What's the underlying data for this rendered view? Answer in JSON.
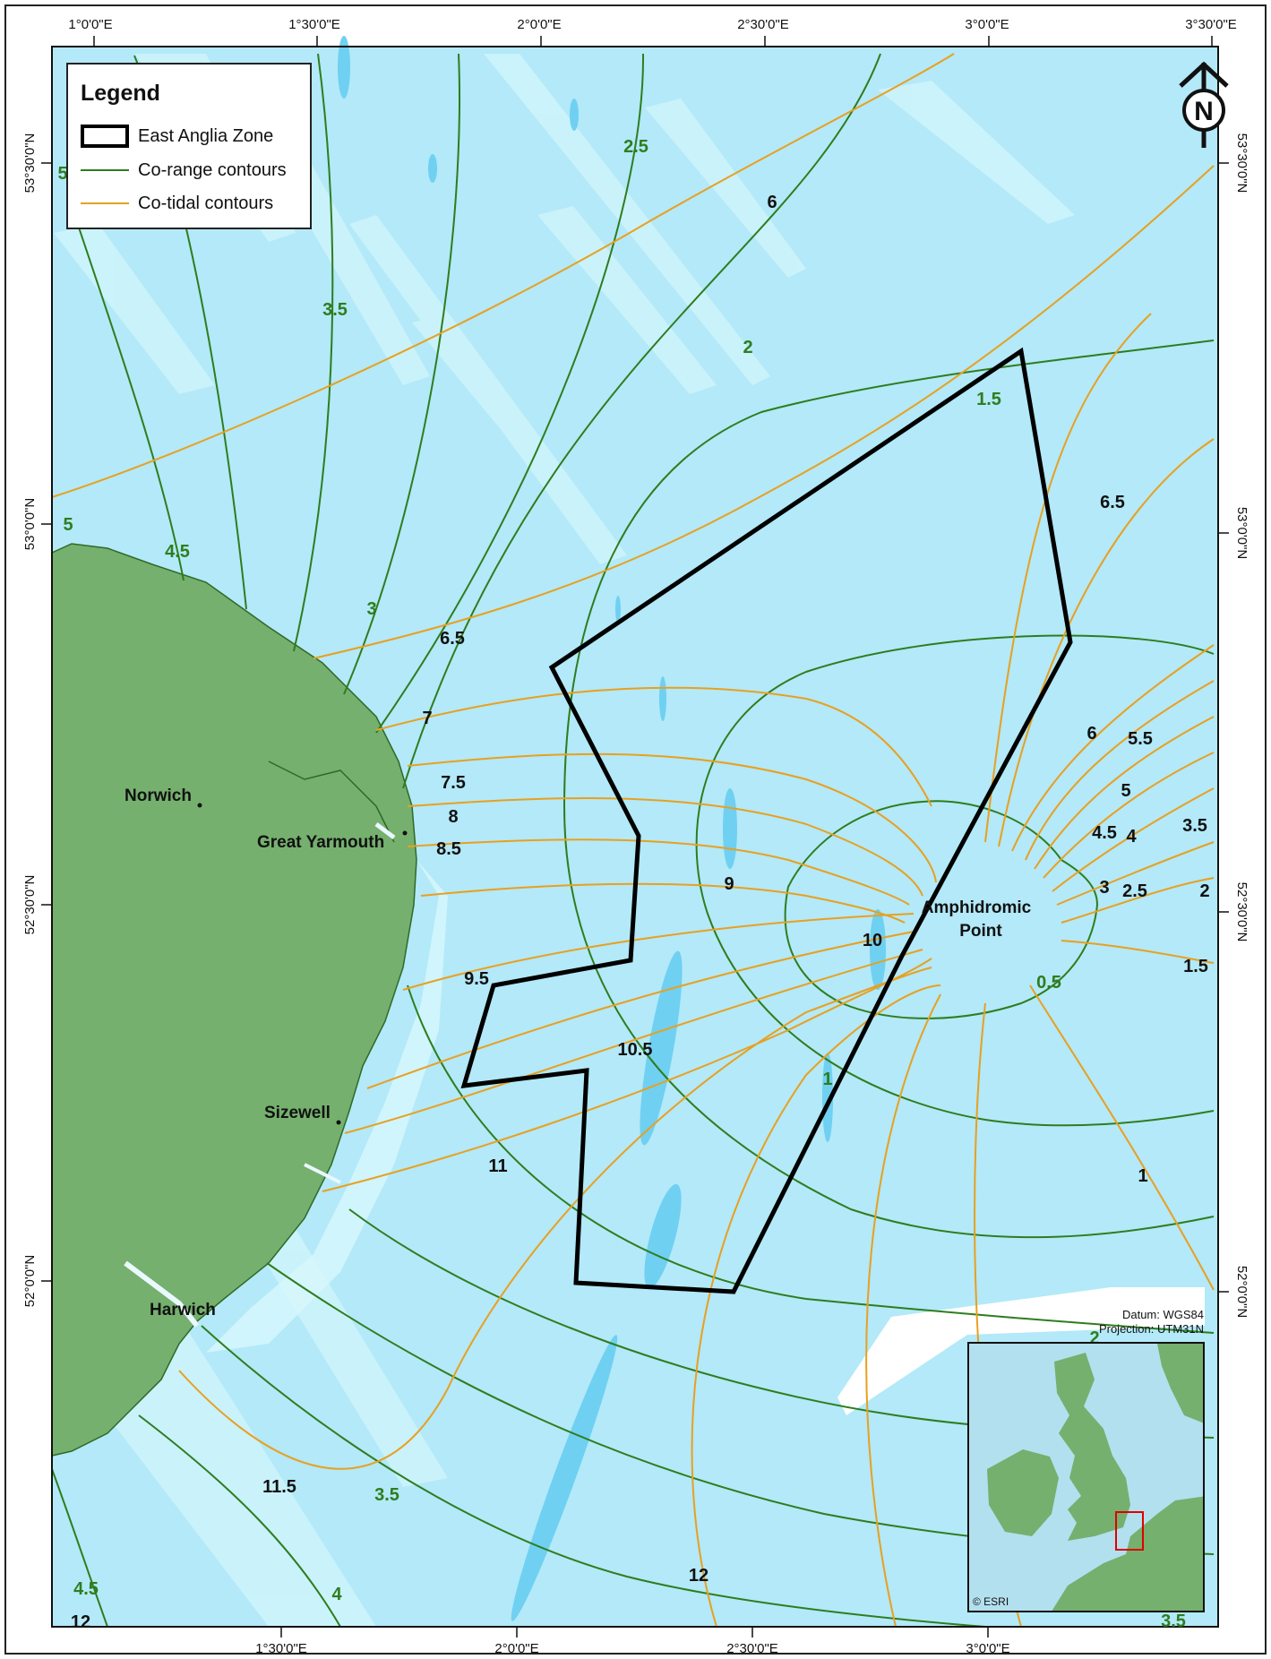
{
  "legend": {
    "title": "Legend",
    "items": [
      {
        "label": "East Anglia Zone",
        "symbol": "zone-outline",
        "color": "#000000"
      },
      {
        "label": "Co-range contours",
        "symbol": "line",
        "color": "#2e7d1e"
      },
      {
        "label": "Co-tidal contours",
        "symbol": "line",
        "color": "#e8a020"
      }
    ]
  },
  "grid": {
    "top_longitudes": [
      "1°0'0\"E",
      "1°30'0\"E",
      "2°0'0\"E",
      "2°30'0\"E",
      "3°0'0\"E",
      "3°30'0\"E"
    ],
    "bottom_longitudes": [
      "1°30'0\"E",
      "2°0'0\"E",
      "2°30'0\"E",
      "3°0'0\"E"
    ],
    "left_latitudes": [
      "53°30'0\"N",
      "53°0'0\"N",
      "52°30'0\"N",
      "52°0'0\"N"
    ],
    "right_latitudes": [
      "53°30'0\"N",
      "53°0'0\"N",
      "52°30'0\"N",
      "52°0'0\"N"
    ]
  },
  "north_arrow": {
    "letter": "N"
  },
  "places": {
    "norwich": "Norwich",
    "great_yarmouth": "Great Yarmouth",
    "sizewell": "Sizewell",
    "harwich": "Harwich",
    "amphidromic_1": "Amphidromic",
    "amphidromic_2": "Point"
  },
  "co_range_labels": [
    "2.5",
    "3.5",
    "2",
    "1.5",
    "5",
    "4.5",
    "3",
    "0.5",
    "1",
    "3.5",
    "4.5",
    "4",
    "2",
    "3.5",
    "5"
  ],
  "co_tidal_labels": [
    "6",
    "6.5",
    "6.5",
    "7",
    "7.5",
    "8",
    "8.5",
    "9",
    "9.5",
    "10",
    "10.5",
    "11",
    "11.5",
    "12",
    "12",
    "6",
    "5.5",
    "5",
    "4.5",
    "4",
    "3.5",
    "3",
    "2.5",
    "2",
    "1.5",
    "1"
  ],
  "datum": {
    "line1": "Datum: WGS84",
    "line2": "Projection: UTM31N"
  },
  "inset": {
    "credit": "© ESRI"
  },
  "colors": {
    "sea": "#b3e9f8",
    "land": "#75b06e",
    "co_range": "#2e7d1e",
    "co_tidal": "#e8a020",
    "zone": "#000000"
  }
}
